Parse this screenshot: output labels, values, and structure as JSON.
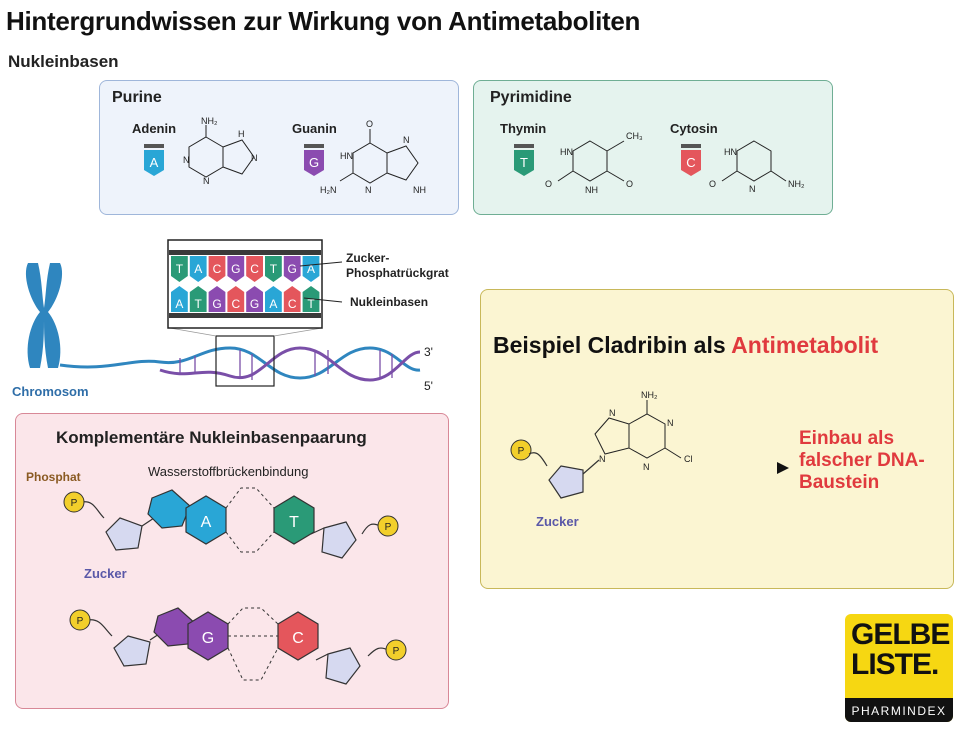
{
  "title": "Hintergrundwissen zur Wirkung von Antimetaboliten",
  "subtitle": "Nukleinbasen",
  "purine": {
    "title": "Purine",
    "adenin": "Adenin",
    "guanin": "Guanin"
  },
  "pyrimidine": {
    "title": "Pyrimidine",
    "thymin": "Thymin",
    "cytosin": "Cytosin"
  },
  "atoms": {
    "nh2": "NH₂",
    "h2n": "H₂N",
    "n": "N",
    "h": "H",
    "nh": "NH",
    "hn": "HN",
    "o": "O",
    "ch3": "CH₃",
    "cl": "Cl"
  },
  "letters": {
    "a": "A",
    "g": "G",
    "t": "T",
    "c": "C",
    "p": "P"
  },
  "dna": {
    "strand_top": [
      "T",
      "A",
      "C",
      "G",
      "C",
      "T",
      "G",
      "A"
    ],
    "strand_bottom": [
      "A",
      "T",
      "G",
      "C",
      "G",
      "A",
      "C",
      "T"
    ],
    "zucker_label_line1": "Zucker-",
    "zucker_label_line2": "Phosphatrückgrat",
    "nukleinbasen_label": "Nukleinbasen",
    "end_3": "3'",
    "end_5": "5'",
    "chromosom": "Chromosom"
  },
  "pairing": {
    "title": "Komplementäre Nukleinbasenpaarung",
    "phosphat": "Phosphat",
    "wasserstoff": "Wasserstoffbrückenbindung",
    "zucker": "Zucker"
  },
  "cladribin": {
    "title_part1": "Beispiel Cladribin als ",
    "title_part2": "Antimetabolit",
    "zucker": "Zucker",
    "einbau_line1": "Einbau als",
    "einbau_line2": "falscher DNA-",
    "einbau_line3": "Baustein"
  },
  "logo": {
    "line1": "GELBE",
    "line2": "LISTE.",
    "line3": "PHARMINDEX"
  },
  "colors": {
    "adenine": "#29a6d6",
    "guanine": "#8b4bb0",
    "thymine": "#2a9a77",
    "cytosine": "#e4565c",
    "phosphate": "#f2cf2b",
    "sugar": "#d6d9f0",
    "accent_red": "#e03a3e",
    "chromosome": "#2f86bf"
  }
}
